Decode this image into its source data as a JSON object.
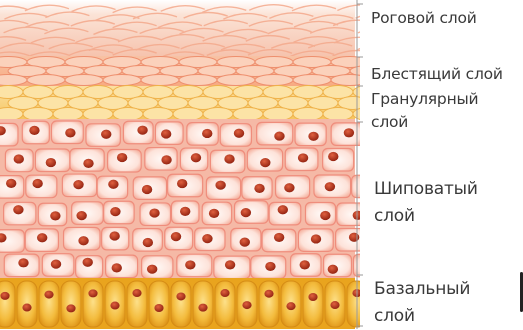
{
  "layers": [
    {
      "id": "stratum-corneum",
      "label": "Роговой слой"
    },
    {
      "id": "stratum-lucidum",
      "label": "Блестящий слой"
    },
    {
      "id": "stratum-granulosum",
      "label_line1": "Гранулярный",
      "label_line2": "слой"
    },
    {
      "id": "stratum-spinosum",
      "label_line1": "Шиповатый",
      "label_line2": "слой"
    },
    {
      "id": "stratum-basale",
      "label_line1": "Базальный",
      "label_line2": "слой"
    }
  ],
  "colors": {
    "corneum": "#f6c8b4",
    "lucidum": "#f7b08e",
    "granulosum": "#f9d27c",
    "spinosum_cell": "#fde6df",
    "spinosum_border": "#ef8d7c",
    "nucleus": "#b5331f",
    "basale": "#f2b632",
    "label_text": "#3a3a3a",
    "bracket": "#9a9a9a"
  }
}
